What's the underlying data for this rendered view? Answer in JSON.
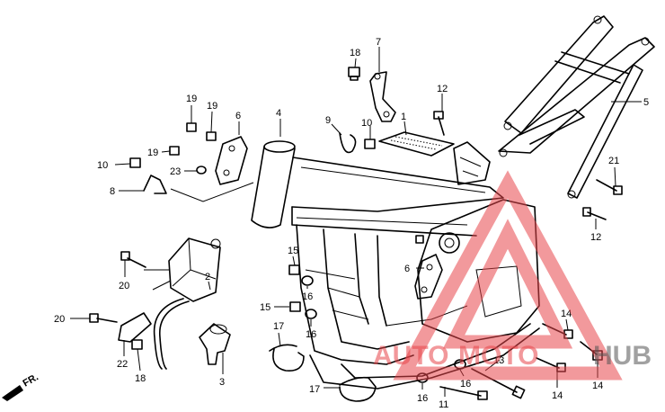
{
  "callouts": [
    {
      "text": "1"
    },
    {
      "text": "2"
    },
    {
      "text": "3"
    },
    {
      "text": "4"
    },
    {
      "text": "5"
    },
    {
      "text": "6"
    },
    {
      "text": "6"
    },
    {
      "text": "7"
    },
    {
      "text": "8"
    },
    {
      "text": "9"
    },
    {
      "text": "10"
    },
    {
      "text": "10"
    },
    {
      "text": "11"
    },
    {
      "text": "12"
    },
    {
      "text": "12"
    },
    {
      "text": "13"
    },
    {
      "text": "14"
    },
    {
      "text": "14"
    },
    {
      "text": "14"
    },
    {
      "text": "15"
    },
    {
      "text": "15"
    },
    {
      "text": "16"
    },
    {
      "text": "16"
    },
    {
      "text": "16"
    },
    {
      "text": "16"
    },
    {
      "text": "17"
    },
    {
      "text": "17"
    },
    {
      "text": "18"
    },
    {
      "text": "18"
    },
    {
      "text": "19"
    },
    {
      "text": "19"
    },
    {
      "text": "19"
    },
    {
      "text": "20"
    },
    {
      "text": "20"
    },
    {
      "text": "21"
    },
    {
      "text": "22"
    },
    {
      "text": "23"
    }
  ],
  "direction_label": "FR.",
  "watermark": {
    "part1": "AUTO",
    "part2": "MOTO",
    "part3": "HUB",
    "color": "#e8454a"
  }
}
